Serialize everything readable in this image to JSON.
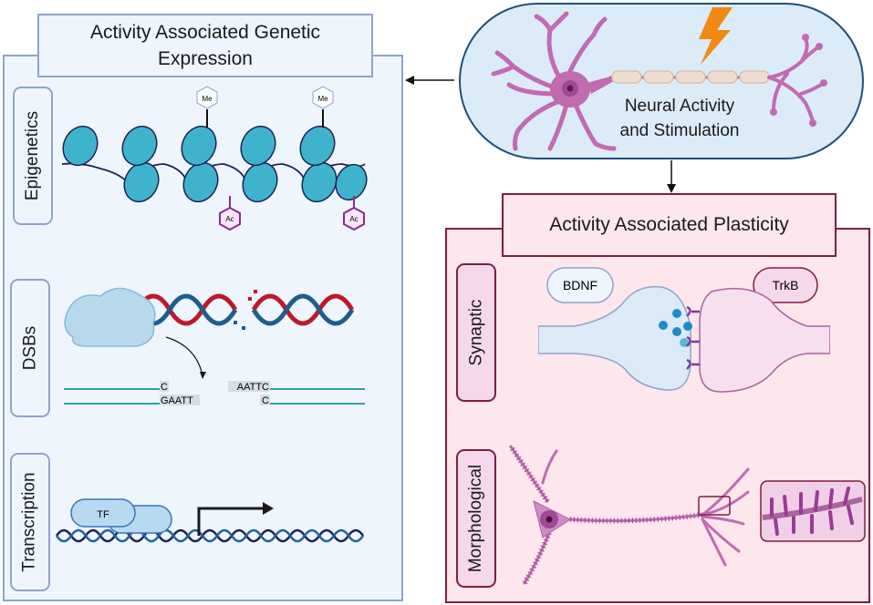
{
  "stimulus": {
    "label_line1": "Neural Activity",
    "label_line2": "and Stimulation",
    "icon": "lightning-bolt-icon"
  },
  "genetic_panel": {
    "title_line1": "Activity Associated Genetic",
    "title_line2": "Expression",
    "sections": [
      {
        "label": "Epigenetics",
        "marks": [
          "Me",
          "Me",
          "Ac",
          "Ac"
        ]
      },
      {
        "label": "DSBs",
        "left_fragment": {
          "top": "C",
          "bottom": "GAATT"
        },
        "right_fragment": {
          "top": "AATTC",
          "bottom": "C"
        }
      },
      {
        "label": "Transcription",
        "factor": "TF"
      }
    ]
  },
  "plasticity_panel": {
    "title": "Activity Associated Plasticity",
    "sections": [
      {
        "label": "Synaptic",
        "pre_label": "BDNF",
        "post_label": "TrkB"
      },
      {
        "label": "Morphological"
      }
    ]
  },
  "colors": {
    "genetic_border": "#8fa3cc",
    "genetic_fill": "#eef5fd",
    "plasticity_border": "#7d1f3d",
    "plasticity_fill": "#fde6ec",
    "neuron": "#c26bb0",
    "bolt": "#f08a12",
    "nucleosome": "#3fb3cc",
    "dna_red": "#c0172b",
    "dna_blue": "#1d5d8c"
  }
}
